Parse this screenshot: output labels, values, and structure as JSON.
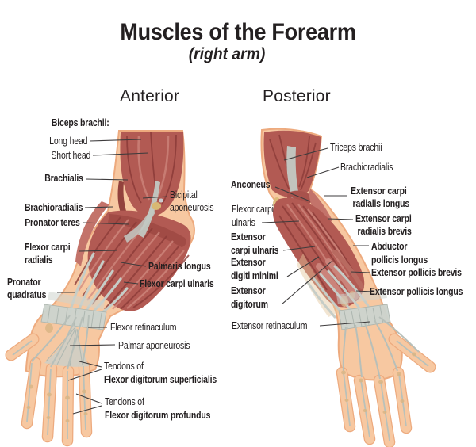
{
  "title": {
    "main": "Muscles of the Forearm",
    "subtitle": "(right arm)"
  },
  "views": {
    "left": "Anterior",
    "right": "Posterior"
  },
  "colors": {
    "muscle": "#b25a53",
    "muscle_dark": "#8c3b38",
    "muscle_light": "#d18a80",
    "skin": "#f7c8a1",
    "skin_edge": "#edaa7e",
    "tendon": "#cdd4ce",
    "bone": "#d9b584",
    "text": "#231f20",
    "leader_line": "#3d3b3c"
  },
  "labels": {
    "anterior": {
      "biceps_header": "Biceps brachii:",
      "long_head": "Long head",
      "short_head": "Short head",
      "brachialis": "Brachialis",
      "brachioradialis": "Brachioradialis",
      "pronator_teres": "Pronator teres",
      "flexor_carpi_radialis": {
        "l1": "Flexor carpi",
        "l2": "radialis"
      },
      "pronator_quadratus": {
        "l1": "Pronator",
        "l2": "quadratus"
      },
      "bicipital_aponeurosis": {
        "l1": "Bicipital",
        "l2": "aponeurosis"
      },
      "palmaris_longus": "Palmaris longus",
      "flexor_carpi_ulnaris": "Flexor carpi ulnaris",
      "flexor_retinaculum": "Flexor retinaculum",
      "palmar_aponeurosis": "Palmar aponeurosis",
      "tendons_superficialis": {
        "l1": "Tendons of",
        "l2": "Flexor digitorum superficialis"
      },
      "tendons_profundus": {
        "l1": "Tendons of",
        "l2": "Flexor digitorum profundus"
      }
    },
    "posterior": {
      "triceps_brachii": "Triceps brachii",
      "brachioradialis": "Brachioradialis",
      "anconeus": "Anconeus",
      "flexor_carpi_ulnaris": {
        "l1": "Flexor carpi",
        "l2": "ulnaris"
      },
      "extensor_carpi_radialis_longus": {
        "l1": "Extensor carpi",
        "l2": "radialis longus"
      },
      "extensor_carpi_radialis_brevis": {
        "l1": "Extensor carpi",
        "l2": "radialis brevis"
      },
      "extensor_carpi_ulnaris": {
        "l1": "Extensor",
        "l2": "carpi ulnaris"
      },
      "extensor_digiti_minimi": {
        "l1": "Extensor",
        "l2": "digiti minimi"
      },
      "extensor_digitorum": {
        "l1": "Extensor",
        "l2": "digitorum"
      },
      "abductor_pollicis_longus": {
        "l1": "Abductor",
        "l2": "pollicis longus"
      },
      "extensor_pollicis_brevis": "Extensor pollicis brevis",
      "extensor_pollicis_longus": "Extensor pollicis longus",
      "extensor_retinaculum": "Extensor retinaculum"
    }
  }
}
